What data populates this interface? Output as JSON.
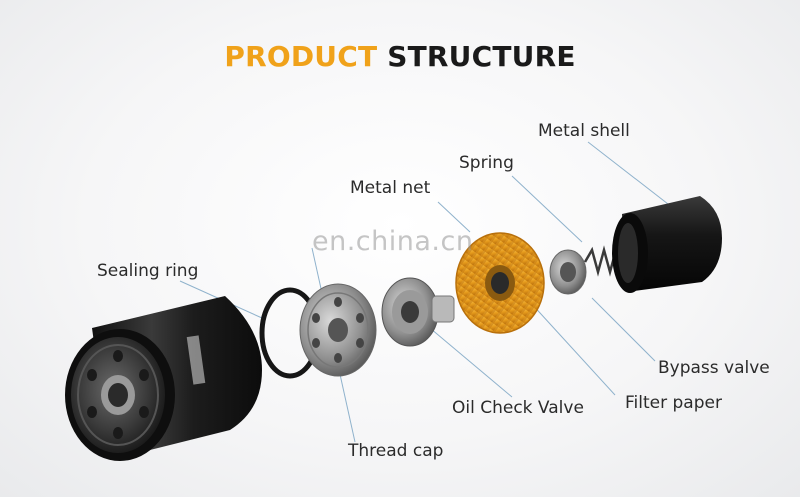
{
  "title": {
    "part1": "PRODUCT",
    "part2": "STRUCTURE"
  },
  "watermark": "en.china.cn",
  "parts": {
    "metal_shell": "Metal shell",
    "spring": "Spring",
    "metal_net": "Metal net",
    "sealing_ring": "Sealing ring",
    "bypass_valve": "Bypass valve",
    "filter_paper": "Filter paper",
    "oil_check_valve": "Oil Check Valve",
    "thread_cap": "Thread cap"
  },
  "colors": {
    "accent": "#f0a21a",
    "title_dark": "#1a1a1a",
    "leader_line": "#8fb2cc",
    "filter_paper": "#e8a020"
  }
}
